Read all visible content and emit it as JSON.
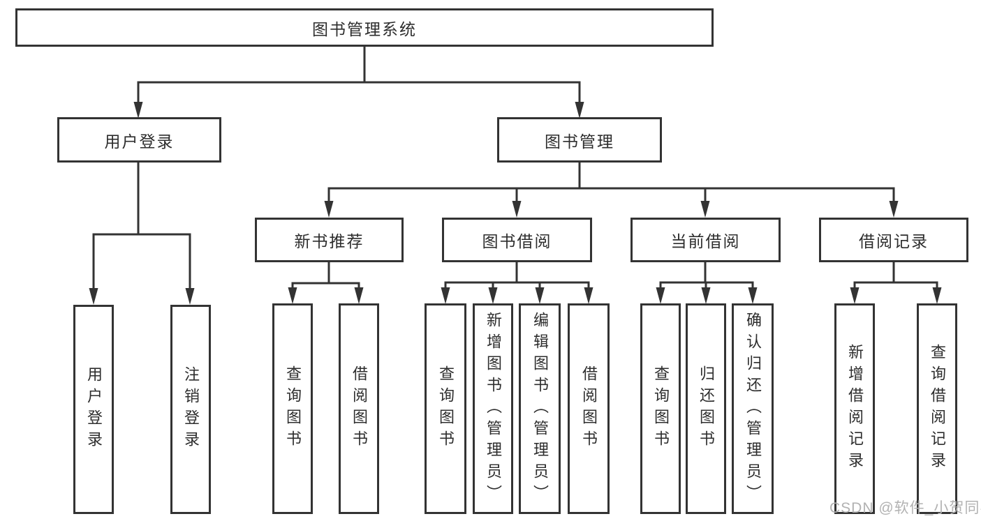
{
  "diagram": {
    "root": "图书管理系统",
    "level2": [
      "用户登录",
      "图书管理"
    ],
    "level3": [
      "新书推荐",
      "图书借阅",
      "当前借阅",
      "借阅记录"
    ],
    "leaves": {
      "login": [
        "用户登录",
        "注销登录"
      ],
      "newbook": [
        "查询图书",
        "借阅图书"
      ],
      "borrow": [
        "查询图书",
        "新增图书（管理员）",
        "编辑图书（管理员）",
        "借阅图书"
      ],
      "current": [
        "查询图书",
        "归还图书",
        "确认归还（管理员）"
      ],
      "records": [
        "新增借阅记录",
        "查询借阅记录"
      ]
    }
  },
  "watermark": "CSDN @软件_小贺同学",
  "colors": {
    "line": "#333333",
    "box_border": "#333333",
    "text": "#2d2d2d",
    "watermark": "#b2b2b2",
    "background": "#ffffff"
  }
}
